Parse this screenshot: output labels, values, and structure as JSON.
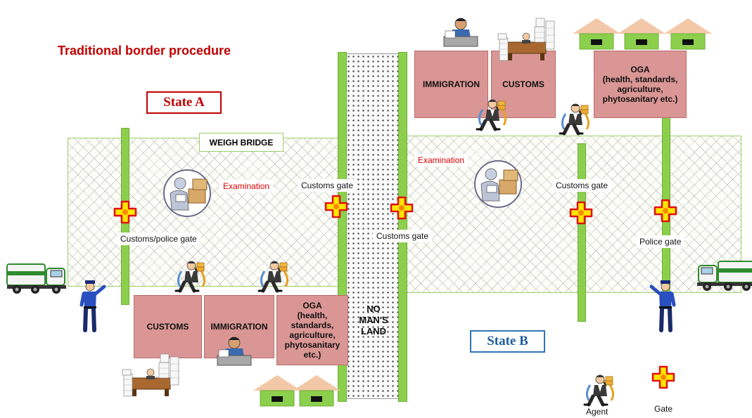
{
  "title": "Traditional border procedure",
  "states": {
    "a": "State A",
    "b": "State B"
  },
  "weigh_bridge": "WEIGH BRIDGE",
  "no_mans_land": [
    "NO",
    "MAN'S",
    "LAND"
  ],
  "offices": {
    "a_customs": "CUSTOMS",
    "a_immigration": "IMMIGRATION",
    "a_oga": [
      "OGA",
      "(health,",
      "standards,",
      "agriculture,",
      "phytosanitary",
      "etc.)"
    ],
    "b_immigration": "IMMIGRATION",
    "b_customs": "CUSTOMS",
    "b_oga": [
      "OGA",
      "(health, standards,",
      "agriculture,",
      "phytosanitary etc.)"
    ]
  },
  "labels": {
    "examination_a": "Examination",
    "examination_b": "Examination",
    "customs_gate_a": "Customs gate",
    "customs_gate_mid": "Customs gate",
    "customs_gate_b": "Customs gate",
    "customs_police_gate": "Customs/police gate",
    "police_gate": "Police gate"
  },
  "legend": {
    "agent": "Agent",
    "gate": "Gate"
  },
  "colors": {
    "title_red": "#c00000",
    "state_a_border": "#c00000",
    "state_b_border": "#2e75b6",
    "office_fill": "#d99694",
    "post_green": "#8ccf4d",
    "gate_fill": "#ffe600",
    "gate_outline": "#e01010",
    "arrow_orange": "#e8a020",
    "arrow_blue": "#5b8fd0",
    "truck_green": "#2e8b2e"
  },
  "icons": [
    "truck-icon",
    "police-officer-icon",
    "agent-icon",
    "gate-icon",
    "examination-icon",
    "customs-desk-icon",
    "immigration-officer-icon",
    "warehouse-icon"
  ]
}
